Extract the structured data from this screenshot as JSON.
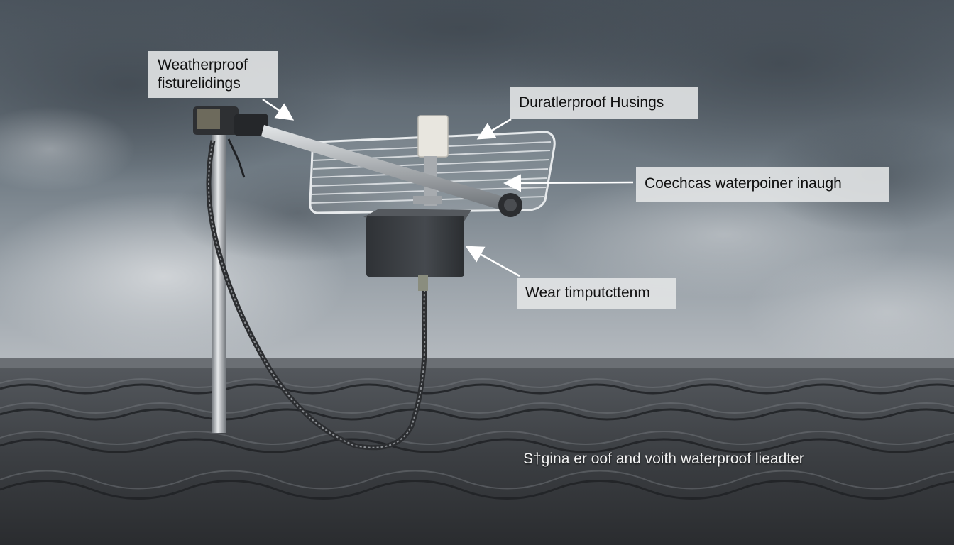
{
  "labels": {
    "weatherproof_fixtures": [
      "Weatherproof",
      "fisturelidings"
    ],
    "durable_housings": "Duratlerproof Husings",
    "coaxial_connector": "Coechcas waterpoiner inaugh",
    "wear_protection": "Wear timputcttenm"
  },
  "caption": "S†gina er oof and voith waterproof lieadter",
  "colors": {
    "sky_dark": "#4b545d",
    "sky_light": "#c9cdd1",
    "roof_tile": "#3a3d41",
    "label_bg": "#e2e4e6",
    "housing_box": "#3c3f44",
    "mast_metal": "#c8ccd0"
  }
}
